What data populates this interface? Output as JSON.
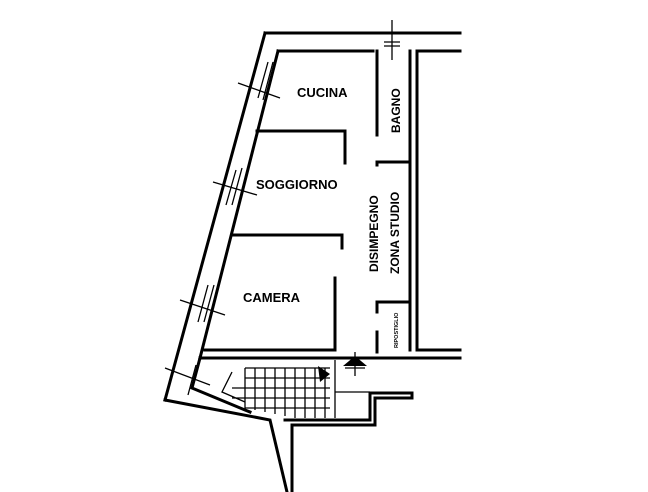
{
  "rooms": {
    "cucina": "CUCINA",
    "bagno": "BAGNO",
    "soggiorno": "SOGGIORNO",
    "disimpegno": "DISIMPEGNO",
    "zona_studio": "ZONA STUDIO",
    "camera": "CAMERA",
    "ripostiglio": "RIPOSTIGLIO"
  }
}
